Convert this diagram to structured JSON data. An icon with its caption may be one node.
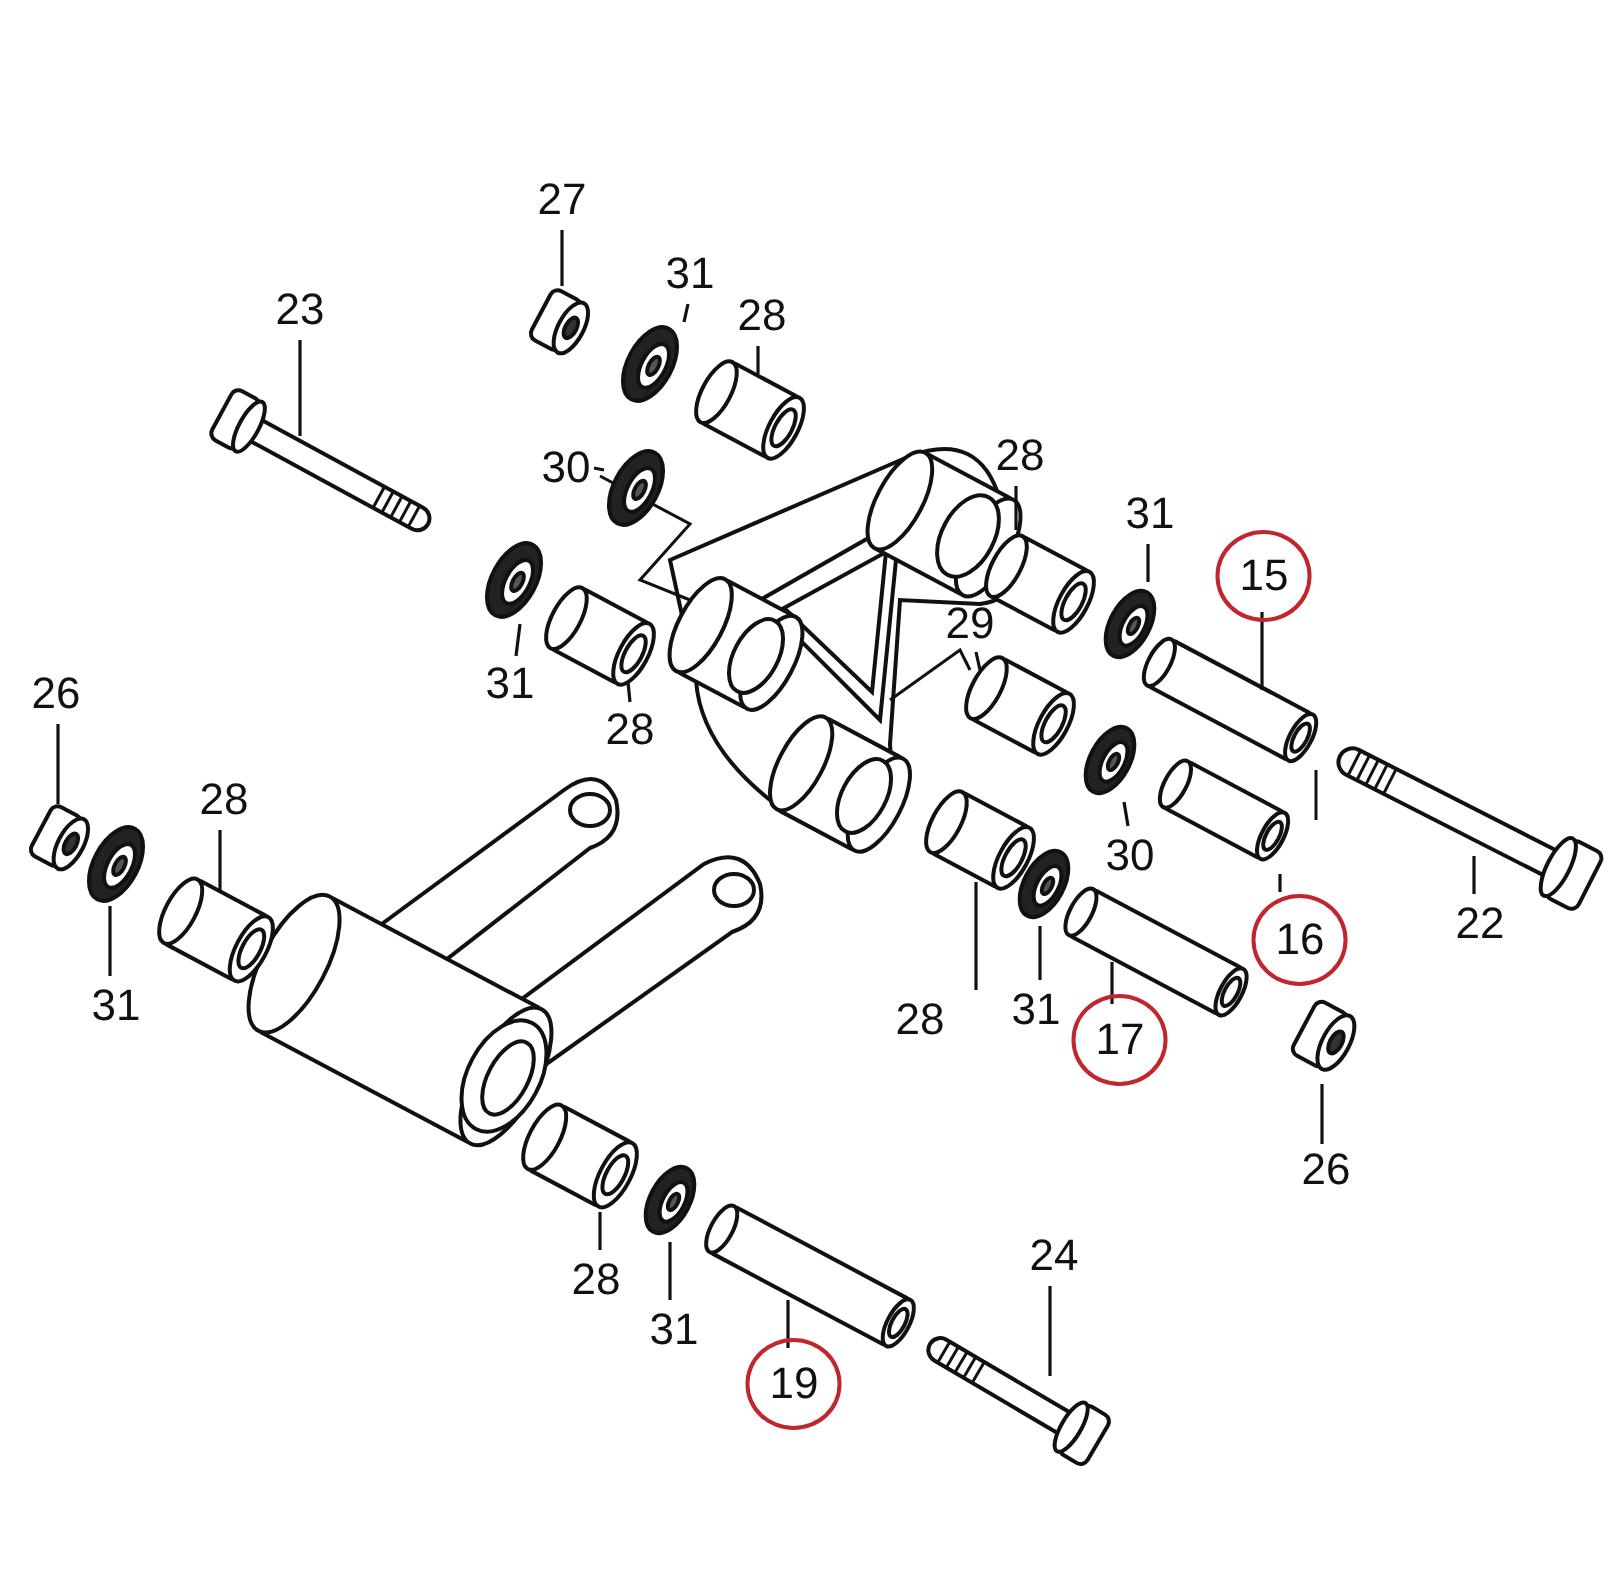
{
  "diagram": {
    "nodes": [
      {
        "text": [
          "27"
        ]
      },
      {
        "text": [
          "31"
        ]
      },
      {
        "text": [
          "28"
        ]
      },
      {
        "text": [
          "23"
        ]
      },
      {
        "text": [
          "30"
        ]
      },
      {
        "text": [
          "28"
        ]
      },
      {
        "text": [
          "31"
        ]
      },
      {
        "text": [
          "15"
        ]
      },
      {
        "text": [
          "26"
        ]
      },
      {
        "text": [
          "31"
        ]
      },
      {
        "text": [
          "28"
        ]
      },
      {
        "text": [
          "29"
        ]
      },
      {
        "text": [
          "28"
        ]
      },
      {
        "text": [
          "30"
        ]
      },
      {
        "text": [
          "16"
        ]
      },
      {
        "text": [
          "22"
        ]
      },
      {
        "text": [
          "31"
        ]
      },
      {
        "text": [
          "28"
        ]
      },
      {
        "text": [
          "31"
        ]
      },
      {
        "text": [
          "17"
        ]
      },
      {
        "text": [
          "26"
        ]
      },
      {
        "text": [
          "28"
        ]
      },
      {
        "text": [
          "24"
        ]
      },
      {
        "text": [
          "31"
        ]
      },
      {
        "text": [
          "19"
        ]
      }
    ],
    "edges": [
      {
        "from": 0,
        "to": null,
        "arrow": "none"
      },
      {
        "from": 1,
        "to": null,
        "arrow": "none"
      },
      {
        "from": 2,
        "to": null,
        "arrow": "none"
      },
      {
        "from": 3,
        "to": null,
        "arrow": "none"
      },
      {
        "from": 4,
        "to": null,
        "arrow": "none"
      },
      {
        "from": 5,
        "to": null,
        "arrow": "none"
      },
      {
        "from": 6,
        "to": null,
        "arrow": "none"
      },
      {
        "from": 7,
        "to": null,
        "arrow": "none"
      },
      {
        "from": 8,
        "to": null,
        "arrow": "none"
      },
      {
        "from": 9,
        "to": null,
        "arrow": "none"
      },
      {
        "from": 10,
        "to": null,
        "arrow": "none"
      },
      {
        "from": 11,
        "to": null,
        "arrow": "none"
      },
      {
        "from": 12,
        "to": null,
        "arrow": "none"
      },
      {
        "from": 13,
        "to": null,
        "arrow": "none"
      },
      {
        "from": 14,
        "to": null,
        "arrow": "none"
      },
      {
        "from": 15,
        "to": null,
        "arrow": "none"
      },
      {
        "from": 16,
        "to": null,
        "arrow": "none"
      },
      {
        "from": 17,
        "to": null,
        "arrow": "none"
      },
      {
        "from": 18,
        "to": null,
        "arrow": "none"
      },
      {
        "from": 19,
        "to": null,
        "arrow": "none"
      },
      {
        "from": 20,
        "to": null,
        "arrow": "none"
      },
      {
        "from": 21,
        "to": null,
        "arrow": "none"
      },
      {
        "from": 22,
        "to": null,
        "arrow": "none"
      },
      {
        "from": 23,
        "to": null,
        "arrow": "none"
      },
      {
        "from": 24,
        "to": null,
        "arrow": "none"
      }
    ]
  }
}
